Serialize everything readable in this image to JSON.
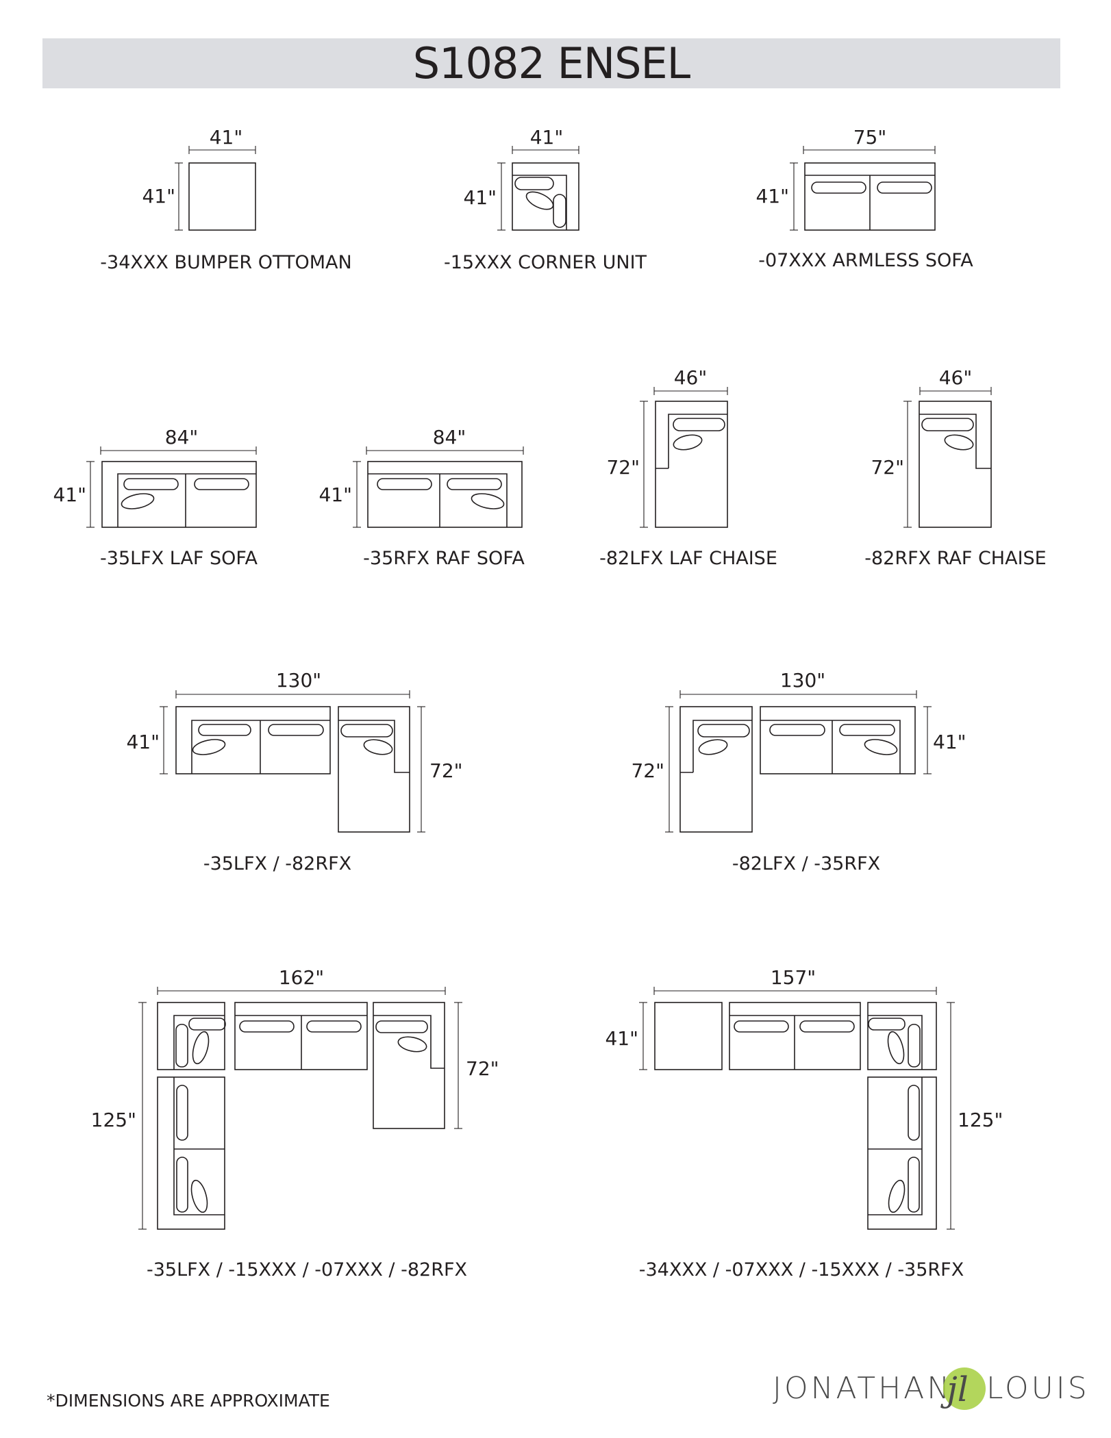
{
  "title": "S1082 ENSEL",
  "items": {
    "bumper_ottoman": {
      "code": "-34XXX BUMPER OTTOMAN",
      "width": "41\"",
      "depth": "41\""
    },
    "corner_unit": {
      "code": "-15XXX CORNER UNIT",
      "width": "41\"",
      "depth": "41\""
    },
    "armless_sofa": {
      "code": "-07XXX ARMLESS SOFA",
      "width": "75\"",
      "depth": "41\""
    },
    "laf_sofa": {
      "code": "-35LFX LAF SOFA",
      "width": "84\"",
      "depth": "41\""
    },
    "raf_sofa": {
      "code": "-35RFX RAF SOFA",
      "width": "84\"",
      "depth": "41\""
    },
    "laf_chaise": {
      "code": "-82LFX LAF CHAISE",
      "width": "46\"",
      "depth": "72\""
    },
    "raf_chaise": {
      "code": "-82RFX RAF CHAISE",
      "width": "46\"",
      "depth": "72\""
    }
  },
  "configs": {
    "sofa_raf_chaise": {
      "code": "-35LFX / -82RFX",
      "width": "130\"",
      "depth_left": "41\"",
      "depth_right": "72\""
    },
    "laf_chaise_sofa": {
      "code": "-82LFX / -35RFX",
      "width": "130\"",
      "depth_left": "72\"",
      "depth_right": "41\""
    },
    "u_sectional": {
      "code": "-35LFX / -15XXX / -07XXX / -82RFX",
      "width": "162\"",
      "depth_left": "125\"",
      "depth_right": "72\""
    },
    "l_sectional": {
      "code": "-34XXX / -07XXX / -15XXX / -35RFX",
      "width": "157\"",
      "depth_left": "41\"",
      "depth_right": "125\""
    }
  },
  "footnote": "*DIMENSIONS ARE APPROXIMATE",
  "brand": {
    "left": "JONATHAN",
    "monogram": "jl",
    "right": "LOUIS",
    "monogram_color": "#a6cf3f"
  }
}
